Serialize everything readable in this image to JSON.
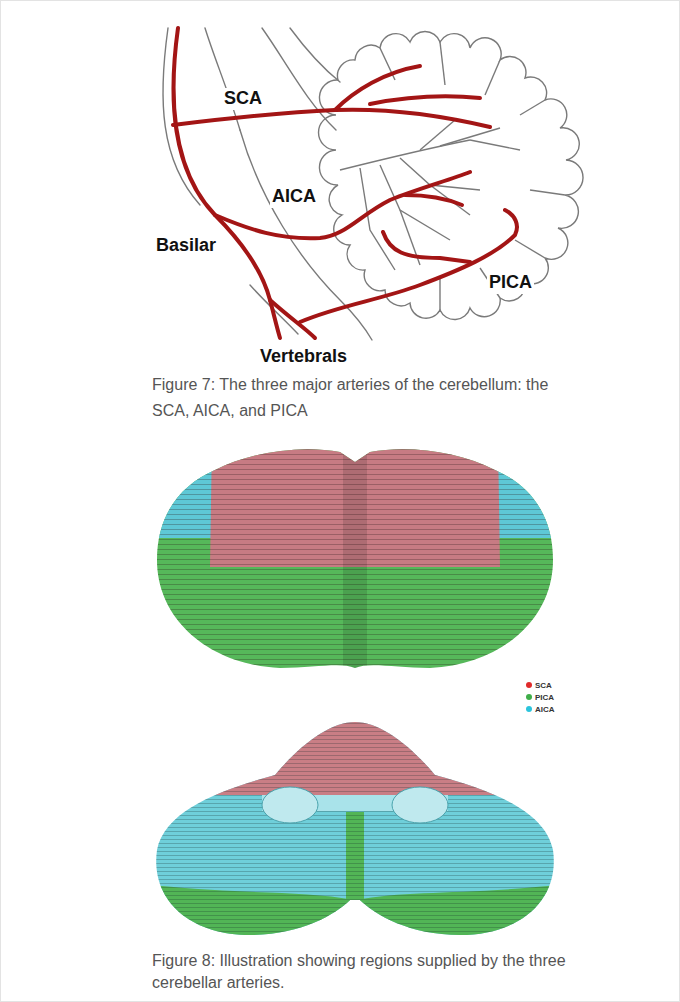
{
  "diagram": {
    "labels": [
      "SCA",
      "AICA",
      "Basilar",
      "PICA",
      "Vertebrals",
      "Figure 7: The three major arteries of the cerebellum: the SCA, AICA, and PICA",
      "Figure 8: Illustration showing regions supplied by the three cerebellar arteries."
    ],
    "legend": [
      {
        "text": "SCA",
        "color": "#e02b2b"
      },
      {
        "text": "PICA",
        "color": "#3fae49"
      },
      {
        "text": "AICA",
        "color": "#2bc4dc"
      }
    ]
  }
}
